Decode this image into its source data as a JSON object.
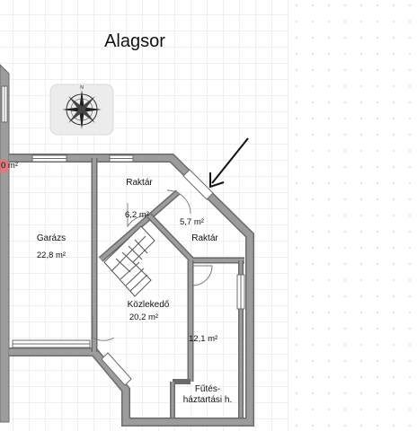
{
  "title": "Alagsor",
  "rooms": [
    {
      "id": "garazs",
      "name": "Garázs",
      "area": "22,8 m²"
    },
    {
      "id": "raktar1",
      "name": "Raktár",
      "area": "6,2 m²"
    },
    {
      "id": "raktar2",
      "name": "Raktár",
      "area": "5,7 m²"
    },
    {
      "id": "kozlekedo",
      "name": "Közlekedő",
      "area": "20,2 m²"
    },
    {
      "id": "futes",
      "name_line1": "Fűtés-",
      "name_line2": "háztartási h.",
      "area": "12,1 m²"
    }
  ],
  "partial_area": "0 m²",
  "icons": [
    "compass-rose-icon",
    "arrow-pointer-icon"
  ],
  "colors": {
    "wall": "#6b6b6b",
    "wall_fill": "#9c9c9c",
    "grid": "#e2e2e2",
    "grid_dots": "#cfcfcf",
    "marker": "#e8737a"
  }
}
